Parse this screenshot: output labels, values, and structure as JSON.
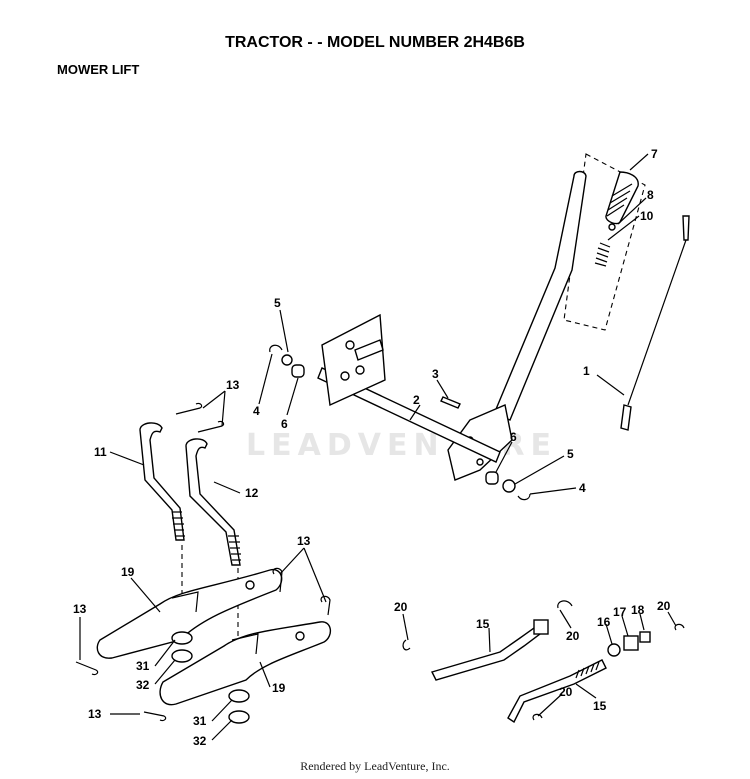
{
  "header": {
    "title": "TRACTOR - - MODEL NUMBER 2H4B6B",
    "section": "MOWER LIFT"
  },
  "watermark": "LEADVENTURE",
  "footer": "Rendered by LeadVenture, Inc.",
  "callouts": {
    "c7": "7",
    "c8": "8",
    "c10": "10",
    "c1": "1",
    "c5a": "5",
    "c4a": "4",
    "c6a": "6",
    "c3": "3",
    "c2": "2",
    "c6b": "6",
    "c5b": "5",
    "c4b": "4",
    "c13a": "13",
    "c11": "11",
    "c12": "12",
    "c13b": "13",
    "c19a": "19",
    "c13c": "13",
    "c31a": "31",
    "c32a": "32",
    "c19b": "19",
    "c13d": "13",
    "c31b": "31",
    "c32b": "32",
    "c20a": "20",
    "c15a": "15",
    "c20b": "20",
    "c16": "16",
    "c17": "17",
    "c18": "18",
    "c20c": "20",
    "c20d": "20",
    "c15b": "15"
  }
}
